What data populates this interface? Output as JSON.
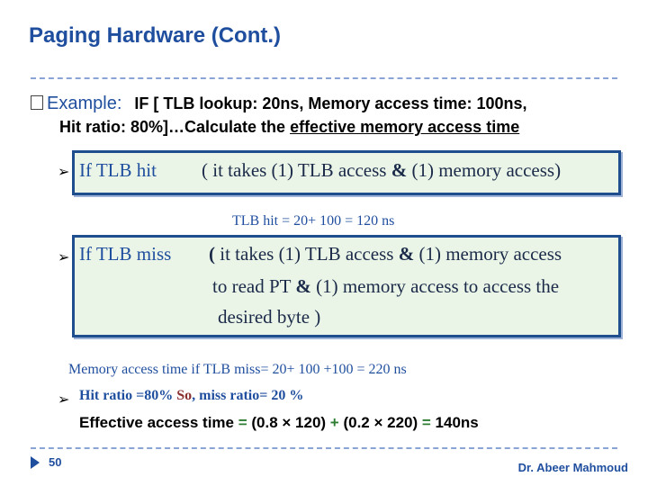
{
  "slide": {
    "title": "Paging Hardware (Cont.)",
    "example_label": "Example:",
    "example_text": "IF [ TLB lookup: 20ns, Memory access time: 100ns,",
    "line2_prefix": "Hit ratio: 80%]…Calculate the ",
    "line2_underlined": "effective memory access time",
    "hit": {
      "label": "If  TLB hit",
      "desc_a": "( it takes (1) TLB access ",
      "amp": "&",
      "desc_b": " (1) memory access)",
      "result": "TLB hit = 20+ 100 = 120 ns"
    },
    "miss": {
      "label": "If  TLB miss",
      "l1_paren": "(",
      "l1_a": " it takes (1) TLB access ",
      "amp": "&",
      "l1_b": " (1) memory access",
      "l2_a": "to read PT ",
      "l2_b": " (1) memory access to  access the",
      "l3": "desired byte )",
      "result": "Memory access time if TLB miss= 20+ 100 +100 = 220 ns"
    },
    "ratio": {
      "a": "Hit ratio =80%   ",
      "so": "So",
      "b": ", miss ratio= 20 %"
    },
    "effective": {
      "label": "Effective access time ",
      "eq": "=",
      "formula": " (0.8 × 120) ",
      "plus": "+",
      "formula2": " (0.2 × 220) ",
      "eq2": "=",
      "value": " 140ns"
    },
    "page_number": "50",
    "author": "Dr. Abeer Mahmoud"
  },
  "colors": {
    "title": "#1f4e9e",
    "box_fill": "#eaf5e8",
    "box_border": "#1f4e8e",
    "accent_green": "#2e7d32"
  }
}
